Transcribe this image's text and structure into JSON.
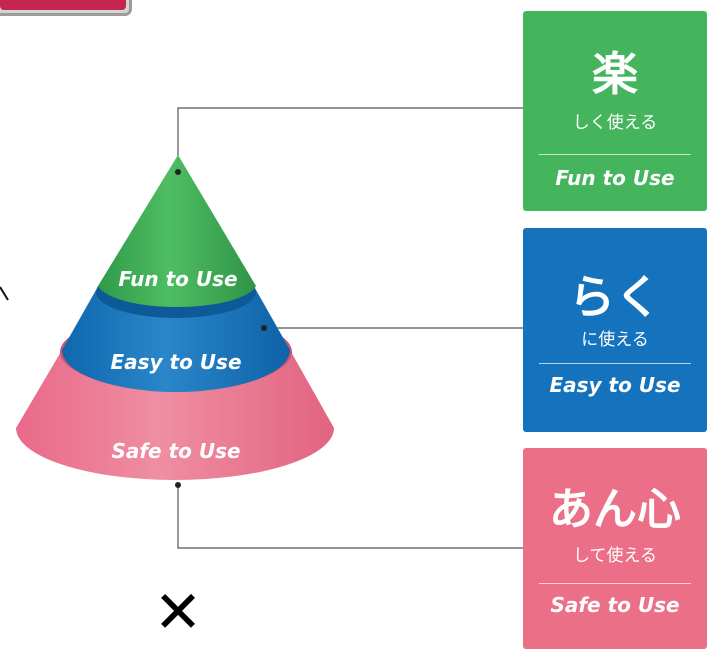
{
  "pyramid": {
    "top_label": "Fun to Use",
    "middle_label": "Easy to Use",
    "bottom_label": "Safe to Use"
  },
  "cards": {
    "fun": {
      "kanji": "楽",
      "jp": "しく使える",
      "en": "Fun to Use"
    },
    "easy": {
      "kanji": "らく",
      "jp": "に使える",
      "en": "Easy to Use"
    },
    "safe": {
      "kanji": "あん心",
      "jp": "して使える",
      "en": "Safe to Use"
    }
  },
  "marks": {
    "cross": "✕"
  },
  "colors": {
    "green": "#45b55d",
    "blue": "#1573bd",
    "pink": "#eb7087",
    "button_red": "#c4264e"
  }
}
